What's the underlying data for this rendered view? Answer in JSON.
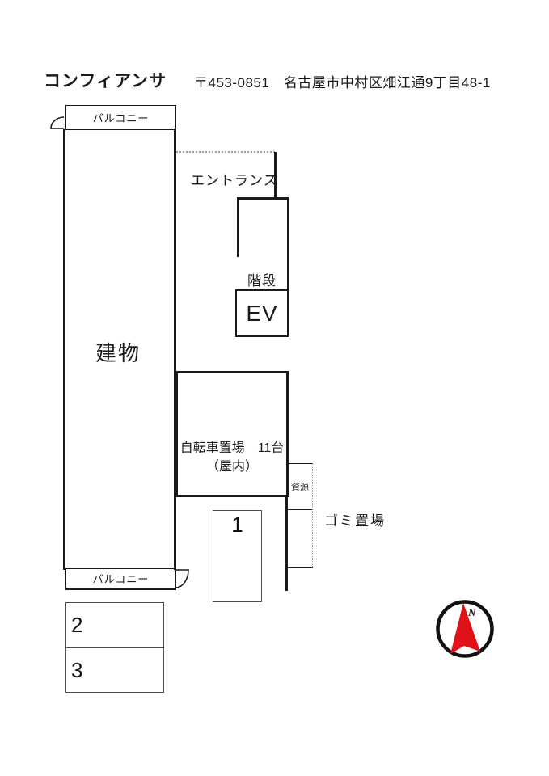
{
  "header": {
    "title": "コンフィアンサ",
    "address": "〒453-0851　名古屋市中村区畑江通9丁目48-1"
  },
  "plan": {
    "balcony_top": "バルコニー",
    "building": "建物",
    "entrance": "エントランス",
    "stairs": "階段",
    "elevator": "EV",
    "bicycle_line1": "自転車置場　11台",
    "bicycle_line2": "（屋内）",
    "recycle": "資源",
    "garbage": "ゴミ置場",
    "balcony_bottom": "バルコニー"
  },
  "parking": {
    "spaces": [
      "1",
      "2",
      "3"
    ]
  },
  "compass": {
    "north_label": "N",
    "arrow_color": "#e01117"
  },
  "colors": {
    "wall": "#1a1a1a",
    "parking_line": "#4d4d4d",
    "dotted_line": "#9a9a9a"
  }
}
